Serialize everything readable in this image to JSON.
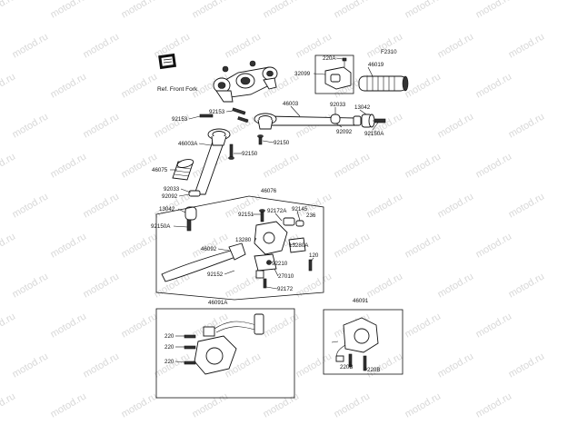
{
  "watermark": "motod.ru",
  "figure_code": "F2310",
  "ref_note": "Ref. Front Fork",
  "labels": {
    "p32099": "32099",
    "p220A": "220A",
    "p46019": "46019",
    "p46003": "46003",
    "p92033_r": "92033",
    "p13042_r": "13042",
    "p92092_r": "92092",
    "p92150A_r": "92150A",
    "p92153_a": "92153",
    "p92153_b": "92153",
    "p92150_a": "92150",
    "p92150_b": "92150",
    "p46003A": "46003A",
    "p46075": "46075",
    "p92033_l": "92033",
    "p92092_l": "92092",
    "p13042_l": "13042",
    "p92150A_l": "92150A",
    "p46076": "46076",
    "p92151": "92151",
    "p92172A": "92172A",
    "p92145": "92145",
    "p236": "236",
    "p13280": "13280",
    "p13280A": "13280A",
    "p120": "120",
    "p46092": "46092",
    "p92210": "92210",
    "p92152": "92152",
    "p27010": "27010",
    "p92172": "92172",
    "p46091A": "46091A",
    "p220_a": "220",
    "p220_b": "220",
    "p220_c": "220",
    "p46091": "46091",
    "p220B_a": "220B",
    "p220B_b": "220B"
  }
}
